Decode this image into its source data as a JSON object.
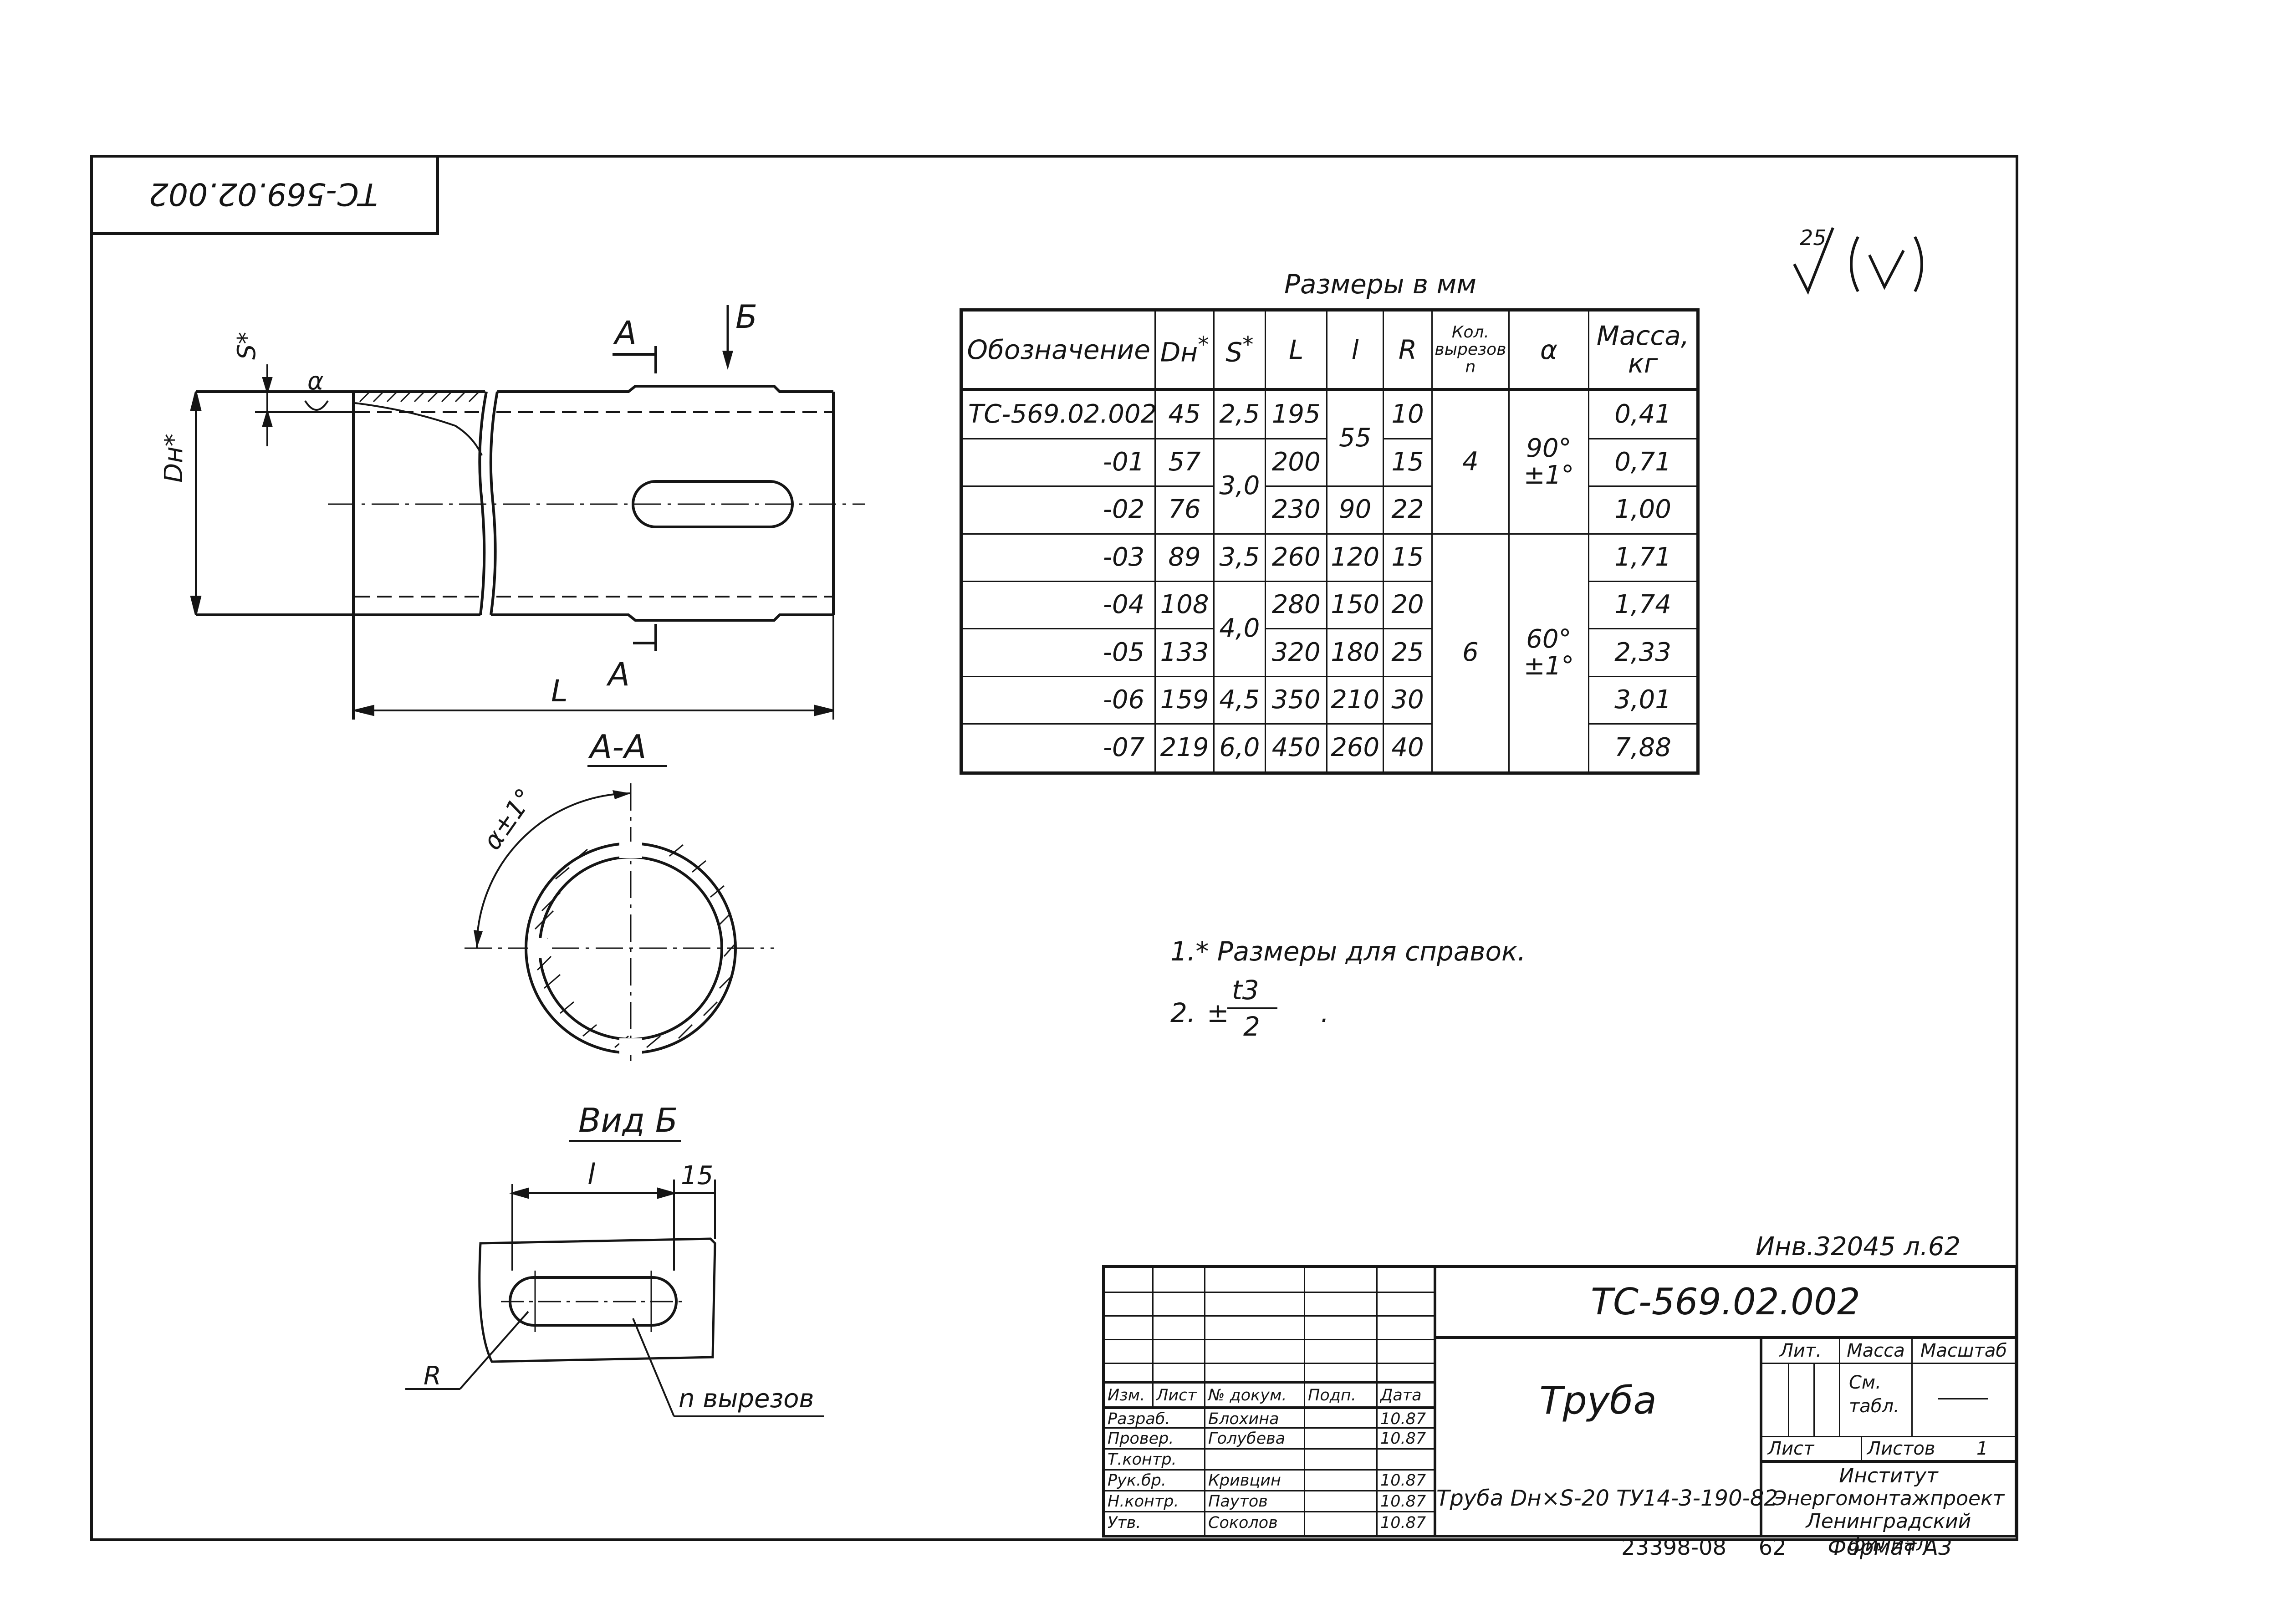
{
  "corner_stamp": "ТС-569.02.002",
  "surface_finish": {
    "roughness": "25"
  },
  "table": {
    "caption": "Размеры в мм",
    "headers": {
      "designation": "Обозначение",
      "dn": "Dн",
      "s": "S",
      "L": "L",
      "l": "l",
      "R": "R",
      "cuts": "Кол. вырезов n",
      "alpha": "α",
      "mass": "Масса, кг"
    },
    "star": "*",
    "rows": [
      {
        "designation": "ТС-569.02.002",
        "dn": "45",
        "s": "2,5",
        "L": "195",
        "l": "55",
        "R": "10",
        "cuts": "4",
        "alpha": "90°±1°",
        "mass": "0,41"
      },
      {
        "designation": "-01",
        "dn": "57",
        "s": "3,0",
        "L": "200",
        "l": "",
        "R": "15",
        "cuts": "",
        "alpha": "",
        "mass": "0,71"
      },
      {
        "designation": "-02",
        "dn": "76",
        "s": "",
        "L": "230",
        "l": "90",
        "R": "22",
        "cuts": "",
        "alpha": "",
        "mass": "1,00"
      },
      {
        "designation": "-03",
        "dn": "89",
        "s": "3,5",
        "L": "260",
        "l": "120",
        "R": "15",
        "cuts": "6",
        "alpha": "60°±1°",
        "mass": "1,71"
      },
      {
        "designation": "-04",
        "dn": "108",
        "s": "4,0",
        "L": "280",
        "l": "150",
        "R": "20",
        "cuts": "",
        "alpha": "",
        "mass": "1,74"
      },
      {
        "designation": "-05",
        "dn": "133",
        "s": "",
        "L": "320",
        "l": "180",
        "R": "25",
        "cuts": "",
        "alpha": "",
        "mass": "2,33"
      },
      {
        "designation": "-06",
        "dn": "159",
        "s": "4,5",
        "L": "350",
        "l": "210",
        "R": "30",
        "cuts": "",
        "alpha": "",
        "mass": "3,01"
      },
      {
        "designation": "-07",
        "dn": "219",
        "s": "6,0",
        "L": "450",
        "l": "260",
        "R": "40",
        "cuts": "",
        "alpha": "",
        "mass": "7,88"
      }
    ]
  },
  "notes": {
    "note1": "1.* Размеры для справок.",
    "note2_prefix": "2.",
    "note2_pm": "±",
    "note2_numerator": "t3",
    "note2_denominator": "2",
    "note2_suffix": "."
  },
  "drawing": {
    "label_s": "S*",
    "label_alpha": "α",
    "label_dn": "Dн*",
    "label_A": "А",
    "label_B": "Б",
    "label_L": "L",
    "section_AA": "А-А",
    "section_angle": "α±1°",
    "view_B": "Вид Б",
    "dim_l": "l",
    "dim_15": "15",
    "label_R": "R",
    "label_cuts": "n вырезов"
  },
  "inventory_stamp": "Инв.32045 л.62",
  "title_block": {
    "doc_number": "ТС-569.02.002",
    "name": "Труба",
    "spec": "Труба Dн×S-20 ТУ14-3-190-82",
    "lit_label": "Лит.",
    "mass_label": "Масса",
    "scale_label": "Масштаб",
    "mass_value": "См. табл.",
    "scale_value": "—",
    "sheet_label": "Лист",
    "sheets_label": "Листов",
    "sheets_value": "1",
    "org_line1": "Институт",
    "org_line2": "Энергомонтажпроект",
    "org_line3": "Ленинградский филиал",
    "header": {
      "izm": "Изм.",
      "list": "Лист",
      "doc": "№ докум.",
      "sign": "Подп.",
      "date": "Дата"
    },
    "staff": [
      {
        "role": "Разраб.",
        "name": "Блохина",
        "date": "10.87"
      },
      {
        "role": "Провер.",
        "name": "Голубева",
        "date": "10.87"
      },
      {
        "role": "Т.контр.",
        "name": "",
        "date": ""
      },
      {
        "role": "Рук.бр.",
        "name": "Кривцин",
        "date": "10.87"
      },
      {
        "role": "Н.контр.",
        "name": "Паутов",
        "date": "10.87"
      },
      {
        "role": "Утв.",
        "name": "Соколов",
        "date": "10.87"
      }
    ]
  },
  "footer": {
    "archive_number": "23398-08",
    "sheet_number": "62",
    "format": "Формат А3"
  }
}
